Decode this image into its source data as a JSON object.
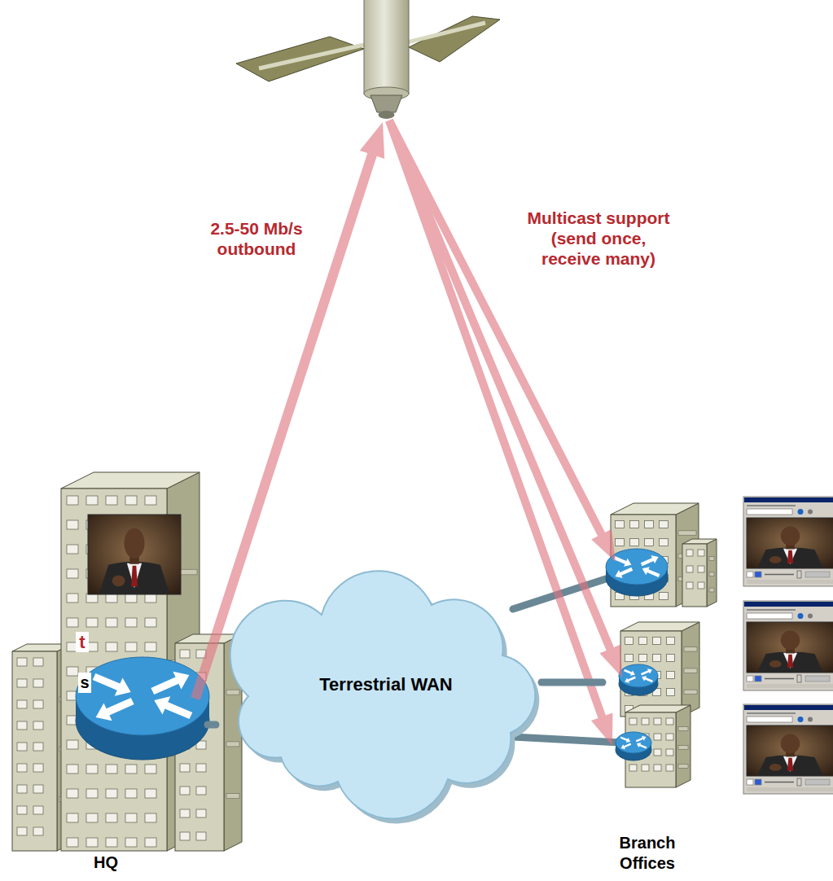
{
  "diagram": {
    "nodes": [
      {
        "text": [
          "HQ"
        ]
      },
      {
        "text": [
          "Terrestrial WAN"
        ]
      },
      {
        "text": [
          "Branch Offices"
        ]
      }
    ],
    "edges": [
      {
        "from": 0,
        "to": 1,
        "arrow": "none"
      },
      {
        "from": 1,
        "to": 2,
        "arrow": "none"
      }
    ],
    "labels": [
      "2.5-50 Mb/s outbound",
      "Multicast support (send once, receive many)",
      "t",
      "s"
    ]
  }
}
